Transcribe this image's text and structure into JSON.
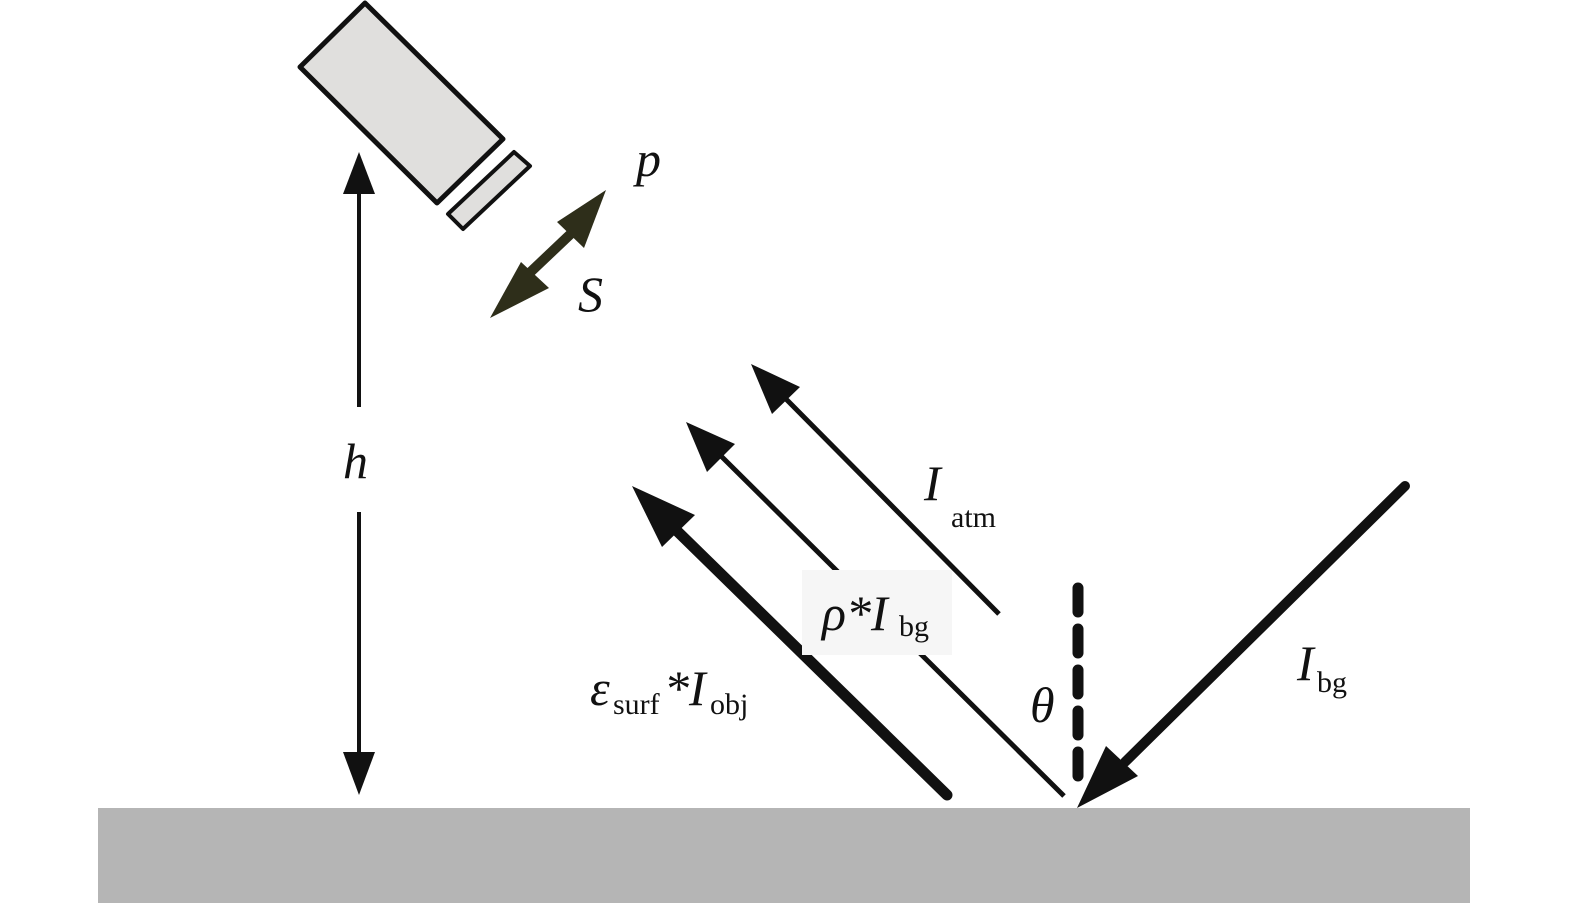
{
  "labels": {
    "p": "p",
    "s": "S",
    "h": "h",
    "theta": "θ",
    "i_atm_main": "I",
    "i_atm_sub": "atm",
    "rho_main": "ρ*I",
    "rho_sub": "bg",
    "eps_main": "ε",
    "eps_sub1": "surf",
    "eps_mid": "*I",
    "eps_sub2": "obj",
    "i_bg_main": "I",
    "i_bg_sub": "bg"
  },
  "colors": {
    "ink": "#111111",
    "ground": "#b5b5b5",
    "camera_body": "#e0dfdd",
    "sensor_arrow": "#2e2e1a",
    "label_box": "#f6f6f6"
  }
}
